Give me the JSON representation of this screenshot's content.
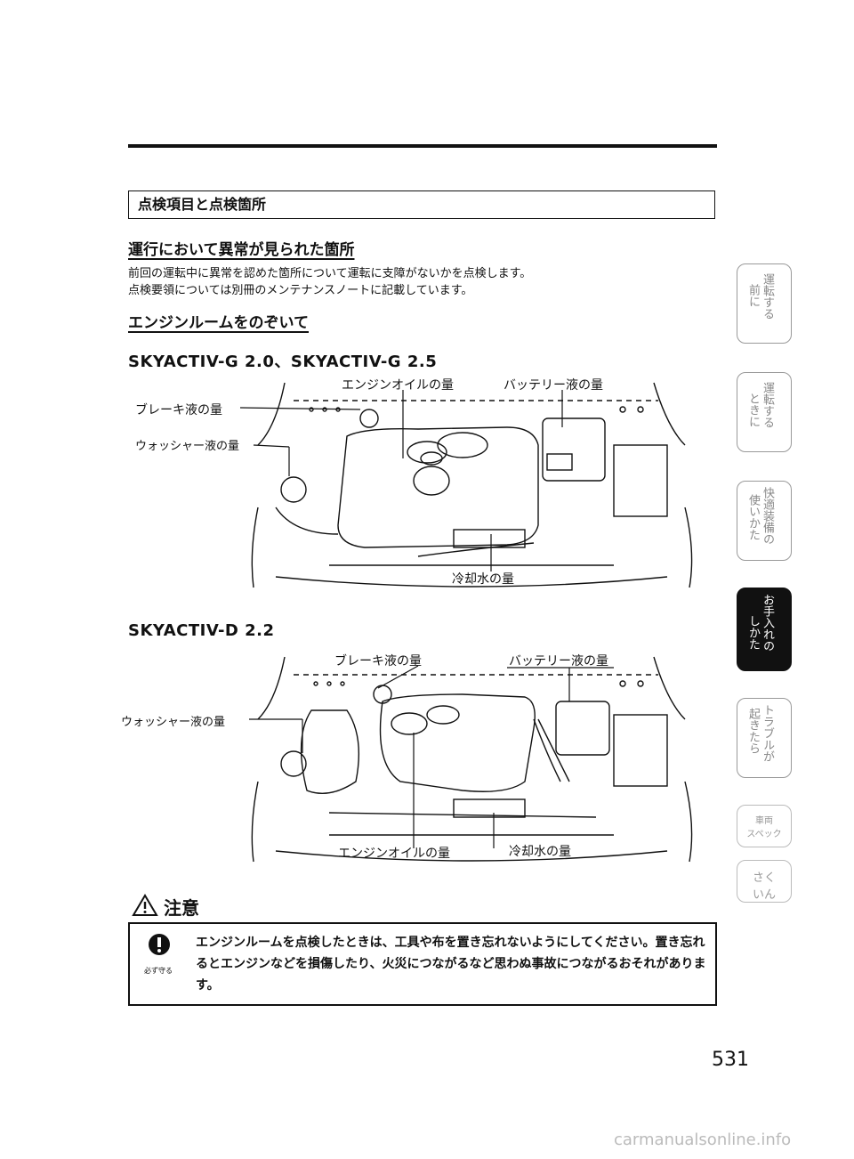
{
  "section_title": "点検項目と点検箇所",
  "heading_abnormal": "運行において異常が見られた箇所",
  "intro_lines": [
    "前回の運転中に異常を認めた箇所について運転に支障がないかを点検します。",
    "点検要領については別冊のメンテナンスノートに記載しています。"
  ],
  "heading_engine_room": "エンジンルームをのぞいて",
  "diagram1": {
    "model": "SKYACTIV-G 2.0、SKYACTIV-G 2.5",
    "labels": {
      "engine_oil": "エンジンオイルの量",
      "battery": "バッテリー液の量",
      "brake": "ブレーキ液の量",
      "washer": "ウォッシャー液の量",
      "coolant": "冷却水の量"
    }
  },
  "diagram2": {
    "model": "SKYACTIV-D 2.2",
    "labels": {
      "brake": "ブレーキ液の量",
      "battery": "バッテリー液の量",
      "washer": "ウォッシャー液の量",
      "engine_oil": "エンジンオイルの量",
      "coolant": "冷却水の量"
    }
  },
  "caution": {
    "title": "注意",
    "must_label": "必ず守る",
    "text": "エンジンルームを点検したときは、工具や布を置き忘れないようにしてください。置き忘れるとエンジンなどを損傷したり、火災につながるなど思わぬ事故につながるおそれがあります。"
  },
  "tabs": [
    {
      "col1": "前に",
      "col2": "運転する"
    },
    {
      "col1": "ときに",
      "col2": "運転する"
    },
    {
      "col1": "使いかた",
      "col2": "快適装備の"
    },
    {
      "col1": "しかた",
      "col2": "お手入れの"
    },
    {
      "col1": "起きたら",
      "col2": "トラブルが"
    }
  ],
  "tab_spec": {
    "line1": "車両",
    "line2": "スペック"
  },
  "tab_index": {
    "line1": "さく",
    "line2": "いん"
  },
  "page_number": "531",
  "watermark": "carmanualsonline.info"
}
